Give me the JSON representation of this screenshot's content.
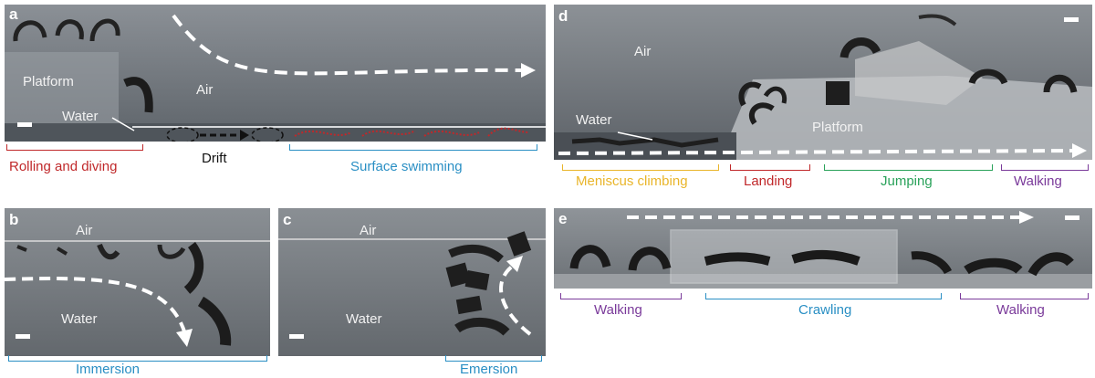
{
  "panels": {
    "a": {
      "letter": "a",
      "air": "Air",
      "water": "Water",
      "platform": "Platform",
      "captions": {
        "rolling": "Rolling and diving",
        "drift": "Drift",
        "surface": "Surface swimming"
      }
    },
    "b": {
      "letter": "b",
      "air": "Air",
      "water": "Water",
      "caption": "Immersion"
    },
    "c": {
      "letter": "c",
      "air": "Air",
      "water": "Water",
      "caption": "Emersion"
    },
    "d": {
      "letter": "d",
      "air": "Air",
      "water": "Water",
      "platform": "Platform",
      "captions": {
        "meniscus": "Meniscus climbing",
        "landing": "Landing",
        "jumping": "Jumping",
        "walking": "Walking"
      }
    },
    "e": {
      "letter": "e",
      "captions": {
        "walk1": "Walking",
        "crawling": "Crawling",
        "walk2": "Walking"
      }
    }
  },
  "colors": {
    "red": "#c0282a",
    "blue": "#2a8fc4",
    "yellow": "#e9b52a",
    "green": "#2aa25a",
    "purple": "#7a3a9a",
    "black": "#111111"
  }
}
